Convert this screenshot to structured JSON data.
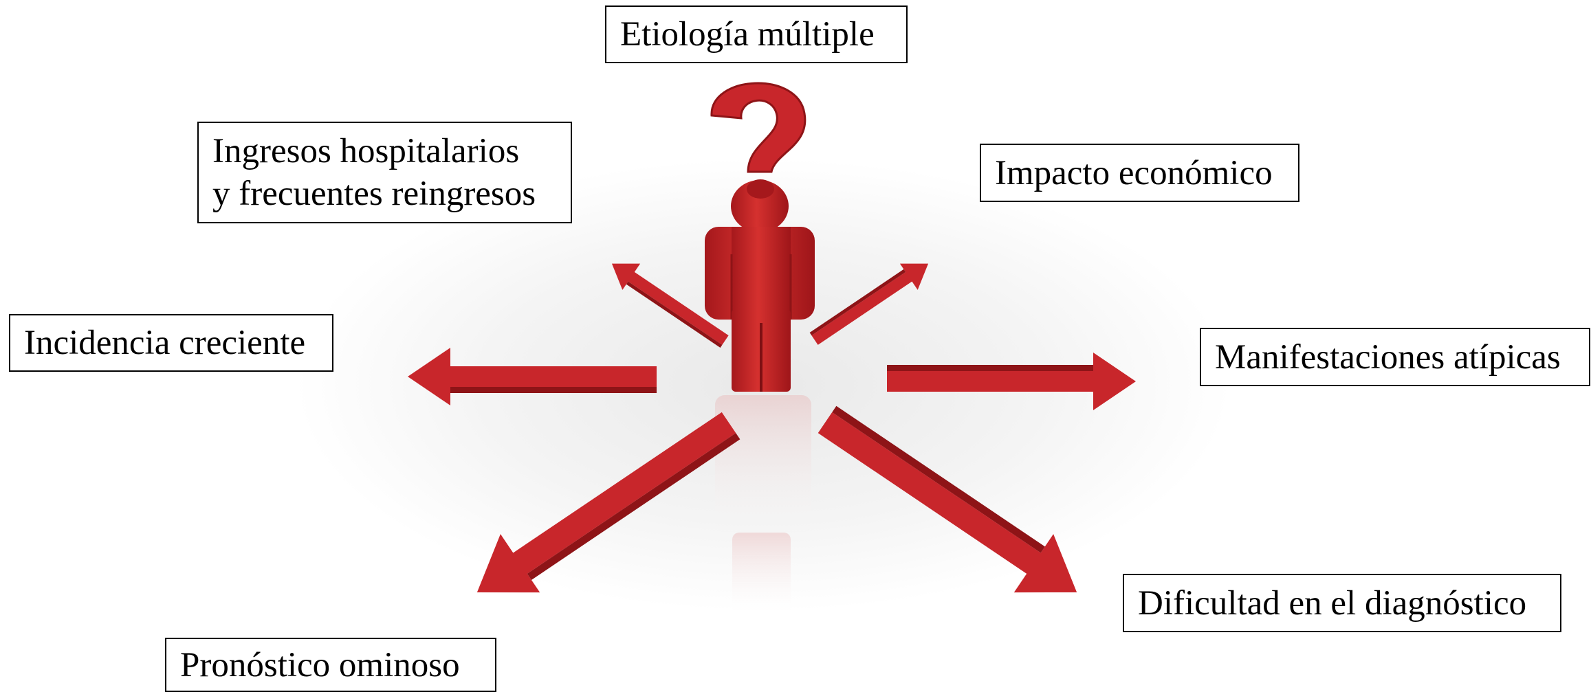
{
  "diagram": {
    "center_icon": "person-with-question-mark-icon",
    "arrow_icon": "arrow-icon",
    "accent_color": "#c8262b",
    "labels": {
      "top": "Etiología múltiple",
      "upper_left": [
        "Ingresos hospitalarios",
        "y frecuentes reingresos"
      ],
      "upper_right": "Impacto económico",
      "left": "Incidencia creciente",
      "right": "Manifestaciones atípicas",
      "lower_right": "Dificultad en el diagnóstico",
      "lower_left": "Pronóstico ominoso"
    }
  }
}
